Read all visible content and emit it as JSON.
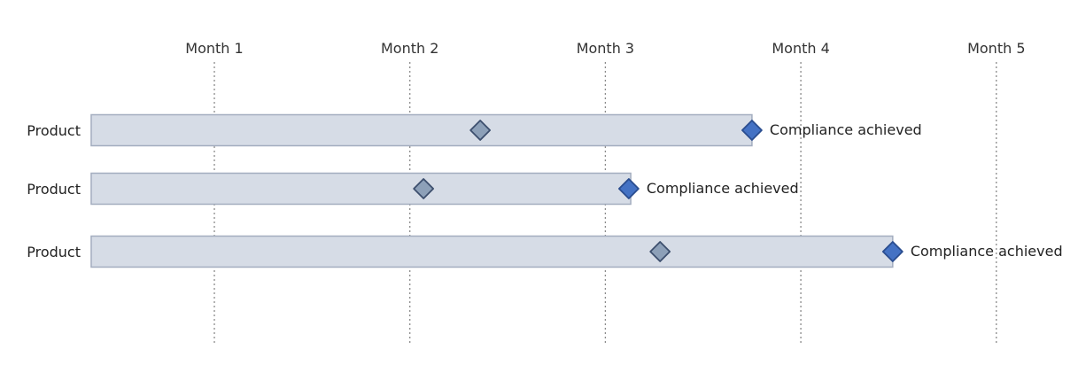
{
  "chart_data": {
    "type": "bar",
    "x_ticks": [
      "Month 1",
      "Month 2",
      "Month 3",
      "Month 4",
      "Month 5"
    ],
    "xlim": [
      0.37,
      5.07
    ],
    "grid": "vertical dotted lines at each month",
    "rows": [
      {
        "label": "Product",
        "start": 0.37,
        "end": 3.75,
        "milestone": 2.36,
        "endpoint": 3.75,
        "end_label": "Compliance achieved"
      },
      {
        "label": "Product",
        "start": 0.37,
        "end": 3.13,
        "milestone": 2.07,
        "endpoint": 3.12,
        "end_label": "Compliance achieved"
      },
      {
        "label": "Product",
        "start": 0.37,
        "end": 4.47,
        "milestone": 3.28,
        "endpoint": 4.47,
        "end_label": "Compliance achieved"
      }
    ],
    "colors": {
      "bar_fill": "#d6dce6",
      "bar_stroke": "#a3adbf",
      "milestone_fill": "#8da0b8",
      "milestone_stroke": "#3d4f6e",
      "endpoint_fill": "#4472c4",
      "endpoint_stroke": "#2a4d8f",
      "gridline": "#8a8a8a"
    }
  }
}
